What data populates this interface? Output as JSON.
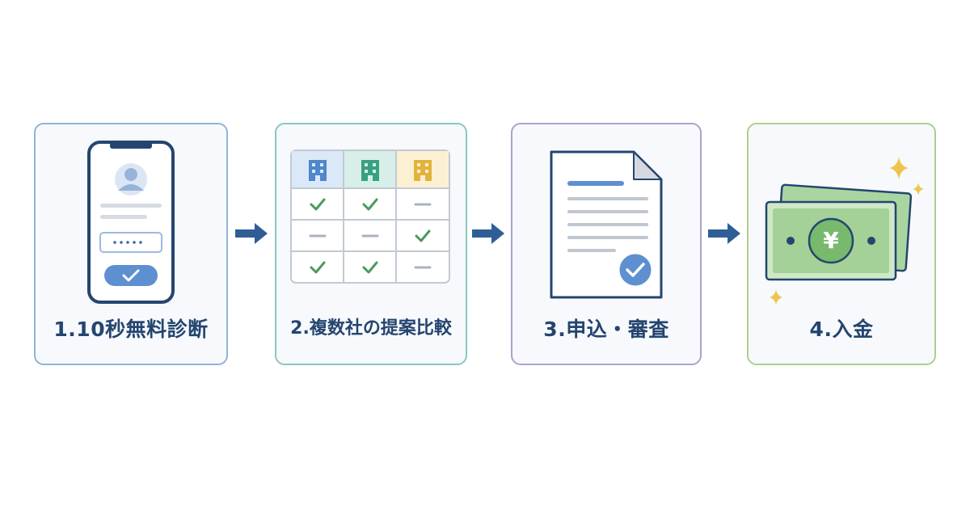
{
  "colors": {
    "accent_blue": "#2f5e97",
    "label_text": "#24456f",
    "check_green": "#4b9a5c",
    "money_green": "#8fc78a",
    "sparkle_gold": "#eec54a",
    "card1_border": "#8fb3db",
    "card2_border": "#86c9c2",
    "card3_border": "#aba2cf",
    "card4_border": "#a9d18d"
  },
  "steps": [
    {
      "label": "1.10秒無料診断",
      "icons": [
        "smartphone-icon",
        "user-avatar-icon",
        "password-field-icon",
        "check-button-icon"
      ]
    },
    {
      "label": "2.複数社の提案比較",
      "icons": [
        "building-icon",
        "checkmark-icon",
        "dash-icon"
      ],
      "comparison": {
        "columns": [
          "company-a",
          "company-b",
          "company-c"
        ],
        "rows": [
          [
            "check",
            "check",
            "dash"
          ],
          [
            "dash",
            "dash",
            "check"
          ],
          [
            "check",
            "check",
            "dash"
          ]
        ]
      }
    },
    {
      "label": "3.申込・審査",
      "icons": [
        "document-icon",
        "check-badge-icon"
      ]
    },
    {
      "label": "4.入金",
      "icons": [
        "yen-banknote-icon",
        "sparkle-icon"
      ],
      "currency_symbol": "¥"
    }
  ],
  "arrows": [
    "right-arrow-icon",
    "right-arrow-icon",
    "right-arrow-icon"
  ]
}
